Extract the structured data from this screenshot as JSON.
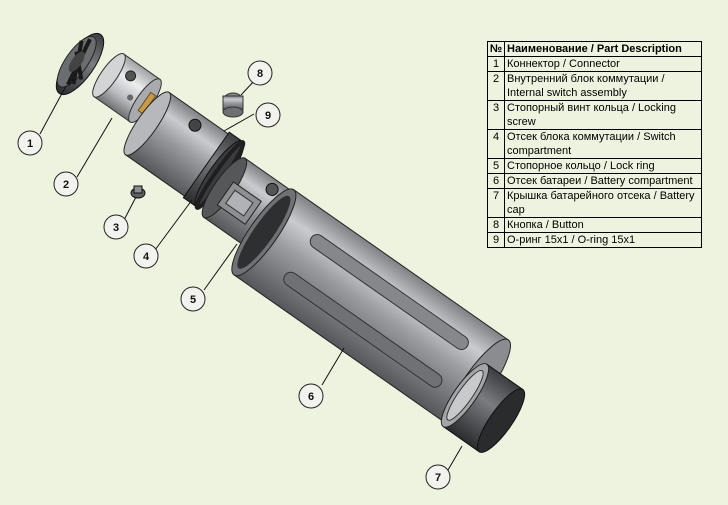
{
  "table": {
    "header_num": "№",
    "header_desc": "Наименование / Part Description",
    "rows": [
      {
        "num": "1",
        "desc": "Коннектор / Connector"
      },
      {
        "num": "2",
        "desc": "Внутренний блок коммутации / Internal switch assembly"
      },
      {
        "num": "3",
        "desc": "Стопорный винт кольца / Locking screw"
      },
      {
        "num": "4",
        "desc": "Отсек блока коммутации / Switch compartment"
      },
      {
        "num": "5",
        "desc": "Стопорное кольцо / Lock ring"
      },
      {
        "num": "6",
        "desc": "Отсек батареи / Battery compartment"
      },
      {
        "num": "7",
        "desc": "Крышка батарейного отсека / Battery cap"
      },
      {
        "num": "8",
        "desc": "Кнопка / Button"
      },
      {
        "num": "9",
        "desc": "О-ринг 15x1 / O-ring 15x1"
      }
    ]
  },
  "callouts": [
    "1",
    "2",
    "3",
    "4",
    "5",
    "6",
    "7",
    "8",
    "9"
  ]
}
